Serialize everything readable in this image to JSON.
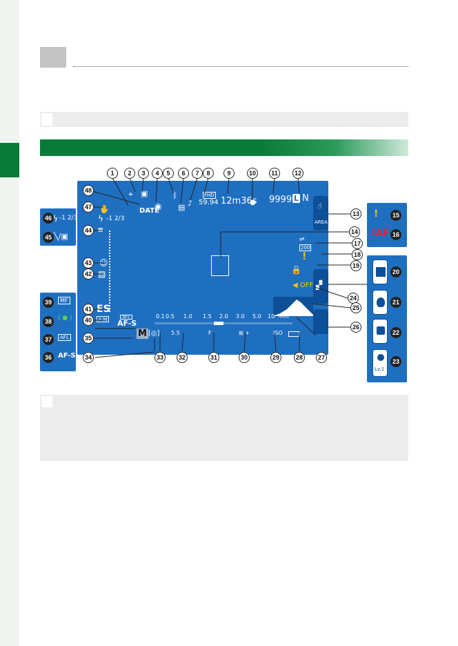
{
  "screen": {
    "top": {
      "date": "DATE",
      "fhd": "FHD",
      "framerate": "59.94",
      "rec_time": "12m36s",
      "frames": "9999",
      "size": "L",
      "quality": "N"
    },
    "side_right": {
      "area": "AREA",
      "iso_value": "200"
    },
    "left": {
      "flash_comp": "-1 2/3",
      "es": "ES",
      "af_mode": "AF-S",
      "afl": "AFL",
      "metering_mode": "M"
    },
    "distance_scale": [
      "0.1",
      "0.5",
      "1.0",
      "1.5",
      "2.0",
      "3.0",
      "5.0",
      "10",
      "∞m"
    ],
    "bottom": {
      "shutter": "5.5",
      "aperture": "F",
      "iso": "ISO"
    }
  },
  "panel_left_top": {
    "flash_comp": "-1 2/3"
  },
  "panel_left_bottom": {
    "mf": "MF",
    "afl": "AFL",
    "af_s": "AF-S"
  },
  "panel_right_top": {
    "af": "!AF"
  },
  "panel_right_bottom": {
    "lv": "Lv.1"
  },
  "callouts": [
    "1",
    "2",
    "3",
    "4",
    "5",
    "6",
    "7",
    "8",
    "9",
    "10",
    "11",
    "12",
    "13",
    "14",
    "15",
    "16",
    "17",
    "18",
    "19",
    "20",
    "21",
    "22",
    "23",
    "24",
    "25",
    "26",
    "27",
    "28",
    "29",
    "30",
    "31",
    "32",
    "33",
    "34",
    "35",
    "36",
    "37",
    "38",
    "39",
    "40",
    "41",
    "42",
    "43",
    "44",
    "45",
    "46",
    "47",
    "48"
  ],
  "colors": {
    "screen": "#1f6fc0",
    "green": "#0a7a3a",
    "warning": "#f5c400",
    "alert": "#e6203a"
  }
}
